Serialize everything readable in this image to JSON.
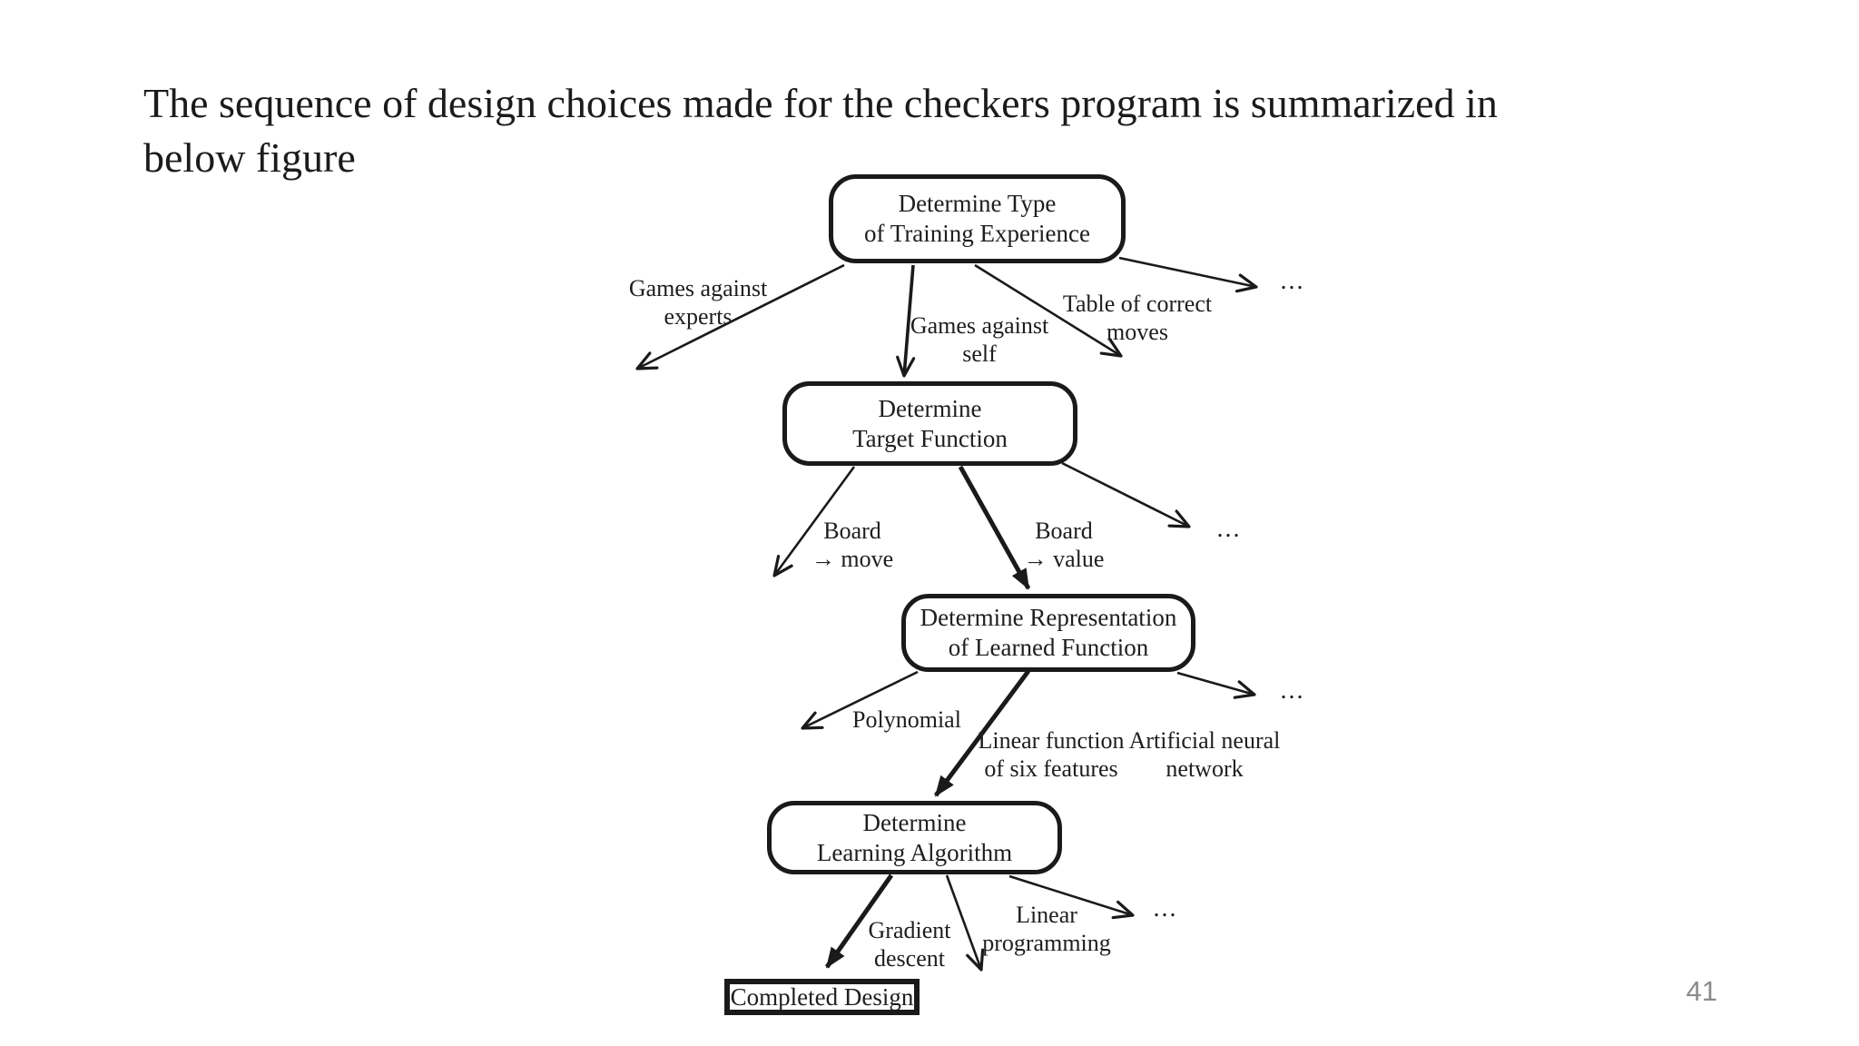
{
  "slide": {
    "title": "The sequence of design choices made for the checkers program is summarized in\nbelow figure",
    "page_number": "41"
  },
  "diagram": {
    "boxes": {
      "training": {
        "label": "Determine Type\nof Training Experience"
      },
      "target": {
        "label": "Determine\nTarget Function"
      },
      "representation": {
        "label": "Determine Representation\nof Learned Function"
      },
      "algorithm": {
        "label": "Determine\nLearning Algorithm"
      },
      "completed": {
        "label": "Completed Design"
      }
    },
    "edge_labels": {
      "games_experts": {
        "text": "Games against\nexperts"
      },
      "games_self": {
        "text": "Games against\nself"
      },
      "table_correct": {
        "text": "Table of correct\nmoves"
      },
      "ellipsis_1": {
        "text": "..."
      },
      "board_move": {
        "text": "Board\n→ move"
      },
      "board_value": {
        "text": "Board\n→ value"
      },
      "ellipsis_2": {
        "text": "..."
      },
      "polynomial": {
        "text": "Polynomial"
      },
      "linear_function": {
        "text": "Linear function\nof six features"
      },
      "artificial_nn": {
        "text": "Artificial neural\nnetwork"
      },
      "ellipsis_3": {
        "text": "..."
      },
      "gradient_descent": {
        "text": "Gradient\ndescent"
      },
      "linear_programming": {
        "text": "Linear\nprogramming"
      },
      "ellipsis_4": {
        "text": "..."
      }
    },
    "colors": {
      "ink": "#1a1a1a",
      "page_number_gray": "#8c8c8c",
      "background": "#ffffff"
    }
  }
}
